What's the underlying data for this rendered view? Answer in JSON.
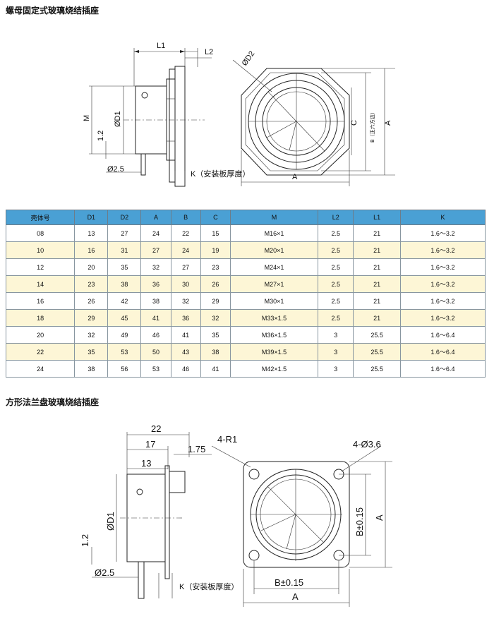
{
  "section1": {
    "title": "螺母固定式玻璃烧结插座",
    "labels": {
      "L1": "L1",
      "L2": "L2",
      "M": "M",
      "D1": "ØD1",
      "h12": "1.2",
      "d25": "Ø2.5",
      "K": "K（安装板厚度）",
      "D2": "ØD2",
      "C": "C",
      "B": "B（正六方边）",
      "A_side": "A",
      "A_bottom": "A"
    }
  },
  "table": {
    "headers": [
      "壳体号",
      "D1",
      "D2",
      "A",
      "B",
      "C",
      "M",
      "L2",
      "L1",
      "K"
    ],
    "rows": [
      [
        "08",
        "13",
        "27",
        "24",
        "22",
        "15",
        "M16×1",
        "2.5",
        "21",
        "1.6～3.2"
      ],
      [
        "10",
        "16",
        "31",
        "27",
        "24",
        "19",
        "M20×1",
        "2.5",
        "21",
        "1.6～3.2"
      ],
      [
        "12",
        "20",
        "35",
        "32",
        "27",
        "23",
        "M24×1",
        "2.5",
        "21",
        "1.6～3.2"
      ],
      [
        "14",
        "23",
        "38",
        "36",
        "30",
        "26",
        "M27×1",
        "2.5",
        "21",
        "1.6～3.2"
      ],
      [
        "16",
        "26",
        "42",
        "38",
        "32",
        "29",
        "M30×1",
        "2.5",
        "21",
        "1.6～3.2"
      ],
      [
        "18",
        "29",
        "45",
        "41",
        "36",
        "32",
        "M33×1.5",
        "2.5",
        "21",
        "1.6～3.2"
      ],
      [
        "20",
        "32",
        "49",
        "46",
        "41",
        "35",
        "M36×1.5",
        "3",
        "25.5",
        "1.6～6.4"
      ],
      [
        "22",
        "35",
        "53",
        "50",
        "43",
        "38",
        "M39×1.5",
        "3",
        "25.5",
        "1.6～6.4"
      ],
      [
        "24",
        "38",
        "56",
        "53",
        "46",
        "41",
        "M42×1.5",
        "3",
        "25.5",
        "1.6～6.4"
      ]
    ]
  },
  "section2": {
    "title": "方形法兰盘玻璃烧结插座",
    "labels": {
      "d22": "22",
      "d17": "17",
      "d175": "1.75",
      "d13": "13",
      "D1": "ØD1",
      "h12": "1.2",
      "d25": "Ø2.5",
      "K": "K（安装板厚度）",
      "R1": "4-R1",
      "hole": "4-Ø3.6",
      "B_side": "B±0.15",
      "A_side": "A",
      "B_bottom": "B±0.15",
      "A_bottom": "A"
    }
  }
}
